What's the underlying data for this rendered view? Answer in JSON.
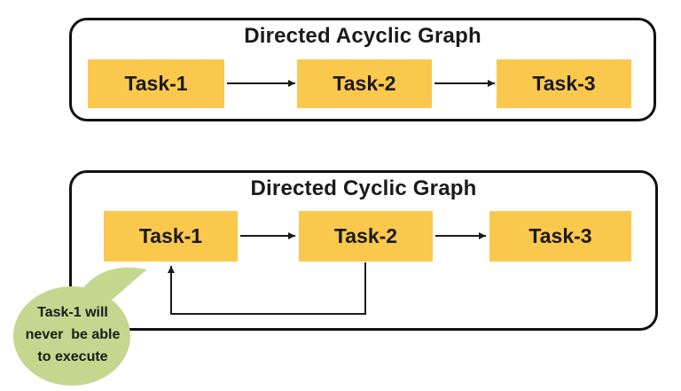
{
  "diagrams": [
    {
      "title": "Directed Acyclic Graph",
      "nodes": [
        {
          "label": "Task-1"
        },
        {
          "label": "Task-2"
        },
        {
          "label": "Task-3"
        }
      ],
      "edges": [
        "Task-1 -> Task-2",
        "Task-2 -> Task-3"
      ]
    },
    {
      "title": "Directed Cyclic Graph",
      "nodes": [
        {
          "label": "Task-1"
        },
        {
          "label": "Task-2"
        },
        {
          "label": "Task-3"
        }
      ],
      "edges": [
        "Task-1 -> Task-2",
        "Task-2 -> Task-3",
        "Task-2 -> Task-1 (cycle)"
      ]
    }
  ],
  "callout": {
    "text_lines": [
      "Task-1 will",
      "never  be able",
      "to execute"
    ]
  },
  "colors": {
    "background": "#ffffff",
    "node_fill": "#FBC84E",
    "callout_fill": "#C5D78F",
    "line_color": "#1a1a1a",
    "text_color": "#1a1a1a",
    "frame_border": "#111111"
  }
}
